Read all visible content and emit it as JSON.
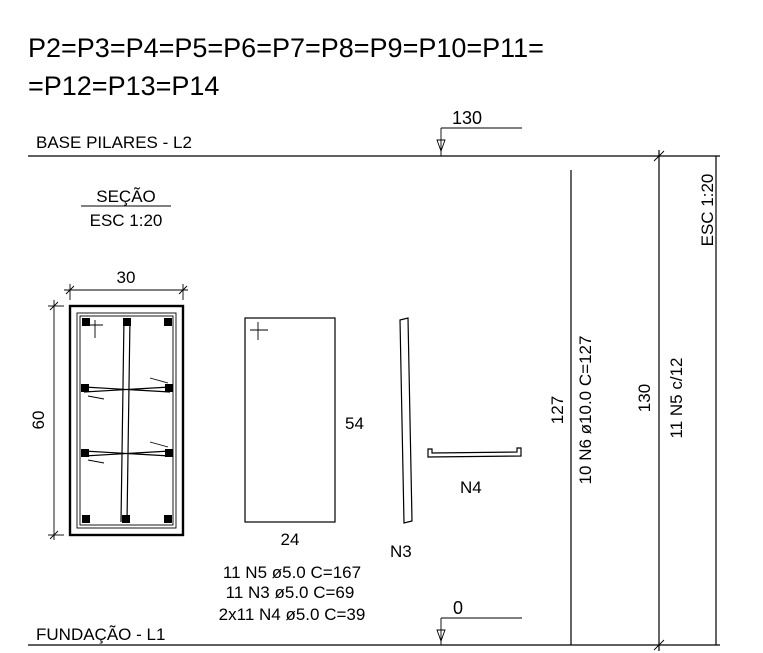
{
  "title": {
    "line1": "P2=P3=P4=P5=P6=P7=P8=P9=P10=P11=",
    "line2": "=P12=P13=P14"
  },
  "levels": {
    "top_label": "BASE PILARES - L2",
    "top_value": "130",
    "bottom_label": "FUNDAÇÃO - L1",
    "bottom_value": "0"
  },
  "section": {
    "title": "SEÇÃO",
    "scale": "ESC 1:20",
    "width": "30",
    "height": "60"
  },
  "stirrup_n5": {
    "height": "54",
    "width": "24"
  },
  "bars": {
    "n3_label": "N3",
    "n4_label": "N4"
  },
  "schedule": [
    "11 N5 ø5.0 C=167",
    "11 N3 ø5.0 C=69",
    "2x11 N4 ø5.0 C=39"
  ],
  "elevation": {
    "scale": "ESC 1:20",
    "n6_length": "127",
    "n6_label": "10 N6 ø10.0 C=127",
    "height": "130",
    "n5_label": "11 N5 c/12"
  }
}
